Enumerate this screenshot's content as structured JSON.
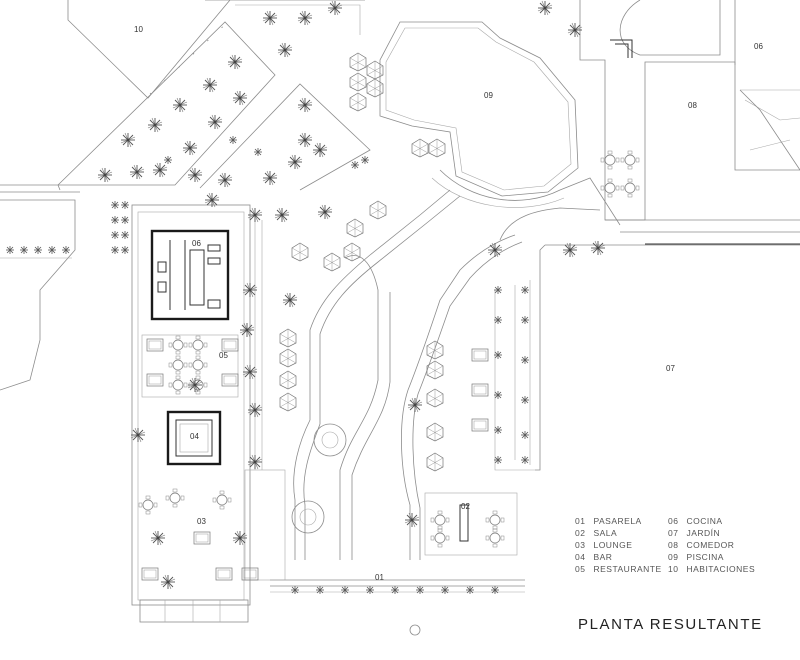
{
  "title": "PLANTA RESULTANTE",
  "plan_labels": {
    "l10": "10",
    "l06a": "06",
    "l09": "09",
    "l08": "08",
    "l06b": "06",
    "l05": "05",
    "l04": "04",
    "l07": "07",
    "l03": "03",
    "l02": "02",
    "l01": "01"
  },
  "legend": [
    {
      "num": "01",
      "name": "PASARELA"
    },
    {
      "num": "02",
      "name": "SALA"
    },
    {
      "num": "03",
      "name": "LOUNGE"
    },
    {
      "num": "04",
      "name": "BAR"
    },
    {
      "num": "05",
      "name": "RESTAURANTE"
    },
    {
      "num": "06",
      "name": "COCINA"
    },
    {
      "num": "07",
      "name": "JARDÍN"
    },
    {
      "num": "08",
      "name": "COMEDOR"
    },
    {
      "num": "09",
      "name": "PISCINA"
    },
    {
      "num": "10",
      "name": "HABITACIONES"
    }
  ],
  "colors": {
    "line": "#8c8c8c",
    "wall": "#1a1a1a",
    "text": "#333333"
  }
}
